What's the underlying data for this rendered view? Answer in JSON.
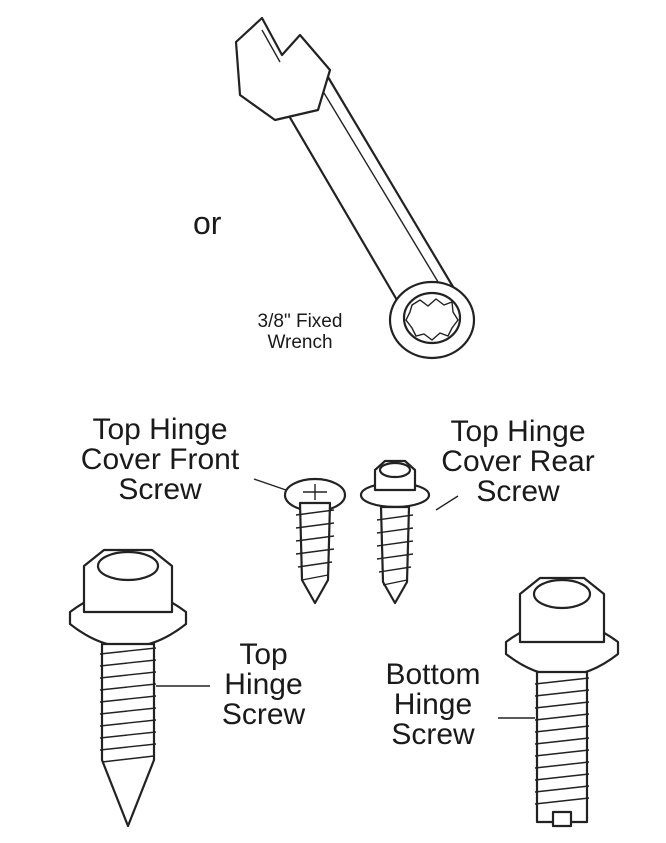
{
  "labels": {
    "or": "or",
    "wrench": [
      "3/8\" Fixed",
      "Wrench"
    ],
    "front_screw": [
      "Top Hinge",
      "Cover Front",
      "Screw"
    ],
    "rear_screw": [
      "Top Hinge",
      "Cover Rear",
      "Screw"
    ],
    "top_hinge_screw": [
      "Top",
      "Hinge",
      "Screw"
    ],
    "bottom_hinge_screw": [
      "Bottom",
      "Hinge",
      "Screw"
    ]
  },
  "colors": {
    "line": "#222222",
    "background": "#ffffff"
  }
}
